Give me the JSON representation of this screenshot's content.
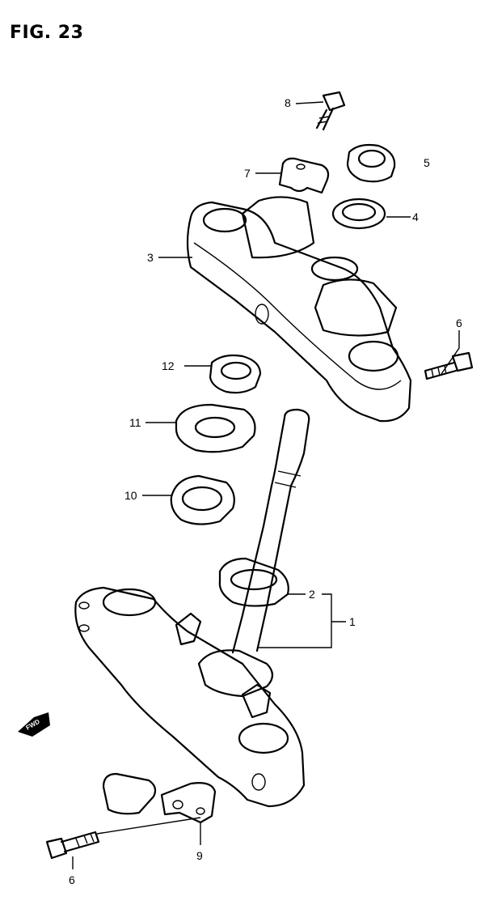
{
  "figure": {
    "title": "FIG. 23"
  },
  "fwd_badge": "FWD",
  "callouts": [
    {
      "id": "c1",
      "label": "1"
    },
    {
      "id": "c2",
      "label": "2"
    },
    {
      "id": "c3",
      "label": "3"
    },
    {
      "id": "c4",
      "label": "4"
    },
    {
      "id": "c5",
      "label": "5"
    },
    {
      "id": "c6a",
      "label": "6"
    },
    {
      "id": "c6b",
      "label": "6"
    },
    {
      "id": "c7",
      "label": "7"
    },
    {
      "id": "c8",
      "label": "8"
    },
    {
      "id": "c9",
      "label": "9"
    },
    {
      "id": "c10",
      "label": "10"
    },
    {
      "id": "c11",
      "label": "11"
    },
    {
      "id": "c12",
      "label": "12"
    }
  ]
}
